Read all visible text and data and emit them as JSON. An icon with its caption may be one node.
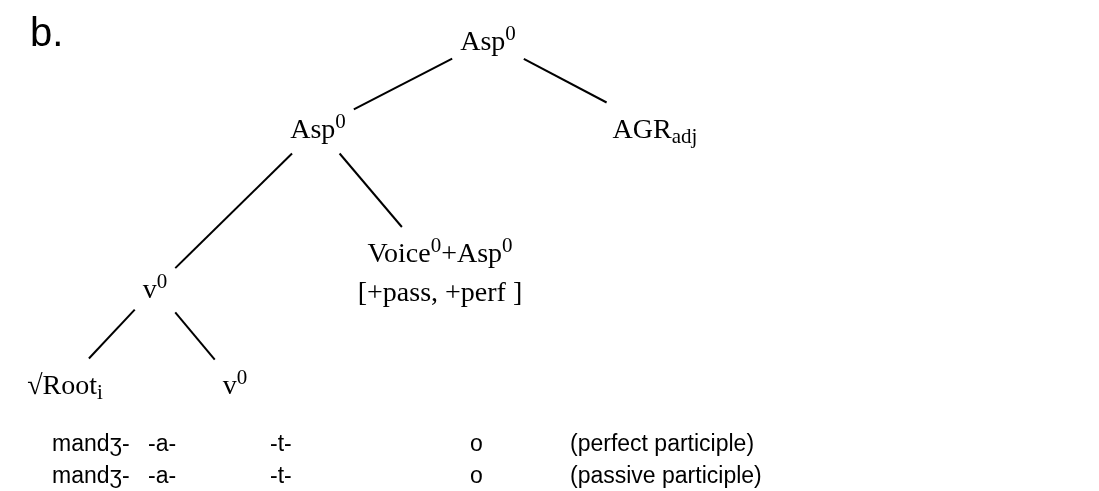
{
  "diagram": {
    "nodes": [
      {
        "text": [
          "Asp$^{0}$"
        ]
      },
      {
        "text": [
          "Asp$^{0}$"
        ]
      },
      {
        "text": [
          "AGR$_{adj}$"
        ]
      },
      {
        "text": [
          "v$^{0}$"
        ]
      },
      {
        "text": [
          "Voice$^{0}$+Asp$^{0}$",
          "[+pass, +perf ]"
        ]
      },
      {
        "text": [
          "√Root$_{i}$"
        ]
      },
      {
        "text": [
          "v$^{0}$"
        ]
      }
    ],
    "edges": [
      {
        "from": 0,
        "to": 1,
        "arrow": "none"
      },
      {
        "from": 0,
        "to": 2,
        "arrow": "none"
      },
      {
        "from": 1,
        "to": 3,
        "arrow": "none"
      },
      {
        "from": 1,
        "to": 4,
        "arrow": "none"
      },
      {
        "from": 3,
        "to": 5,
        "arrow": "none"
      },
      {
        "from": 3,
        "to": 6,
        "arrow": "none"
      }
    ],
    "labels": [
      "b.",
      "mandʒ-",
      "-a-",
      "-t-",
      "o",
      "(perfect participle)",
      "mandʒ-",
      "-a-",
      "-t-",
      "o",
      "(passive participle)"
    ]
  }
}
